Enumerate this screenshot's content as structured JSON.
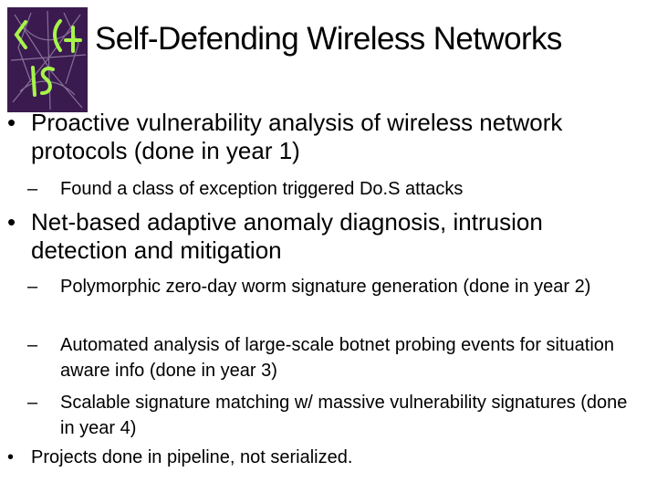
{
  "slide": {
    "title": "Self-Defending Wireless Networks",
    "bullets": [
      {
        "text": "Proactive vulnerability analysis of wireless network protocols (done in year 1)",
        "subitems": [
          "Found a class of exception triggered Do.S attacks"
        ]
      },
      {
        "text": "Net-based adaptive anomaly diagnosis, intrusion detection and mitigation",
        "subitems": [
          "Polymorphic zero-day worm signature generation (done in year 2)",
          "Automated analysis of large-scale botnet probing events for situation aware info (done in year 3)",
          "Scalable signature matching w/ massive vulnerability signatures (done in year 4)"
        ]
      }
    ],
    "footer_bullet": "Projects done in pipeline, not serialized.",
    "bullet_char": "•",
    "dash_char": "–"
  },
  "colors": {
    "logo_purple": "#3b1b4f",
    "logo_green": "#a6f54a"
  },
  "icons": {
    "logo": "lab-logo-icon"
  }
}
